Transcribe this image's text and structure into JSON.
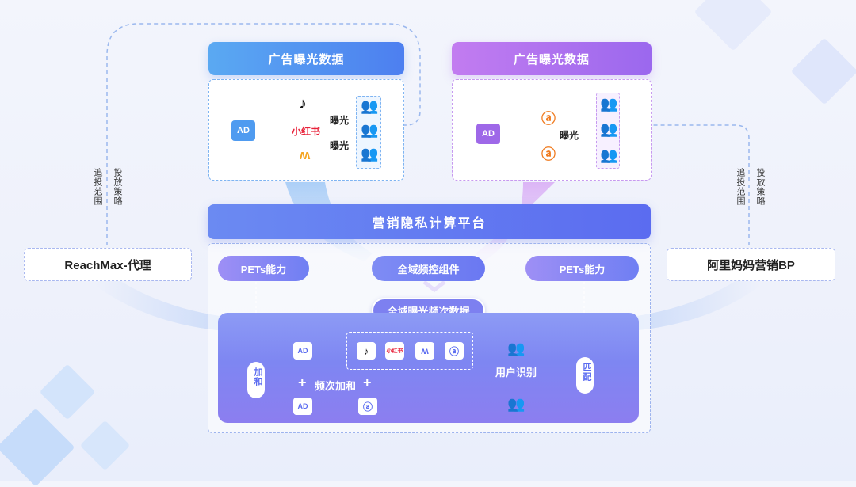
{
  "top_left": {
    "header": "广告曝光数据",
    "ad": "AD",
    "platforms": [
      "douyin-icon",
      "小红书",
      "kuaishou-icon"
    ],
    "exposure_labels": [
      "曝光",
      "曝光"
    ]
  },
  "top_right": {
    "header": "广告曝光数据",
    "ad": "AD",
    "exposure_label": "曝光"
  },
  "left_side": {
    "box": "ReachMax-代理",
    "label_a": "追投范围",
    "label_b": "投放策略"
  },
  "right_side": {
    "box": "阿里妈妈营销BP",
    "label_a": "追投范围",
    "label_b": "投放策略"
  },
  "platform": {
    "title": "营销隐私计算平台"
  },
  "middle": {
    "pets_left": "PETs能力",
    "pets_right": "PETs能力",
    "component": "全域频控组件",
    "frequency_data": "全域曝光频次数据"
  },
  "bottom_panel": {
    "ad_top": "AD",
    "ad_bottom": "AD",
    "mini_xhs": "小红书",
    "user_identify": "用户识别",
    "add_sum_label": "加和",
    "freq_sum": "频次加和",
    "match_label": "匹配",
    "plus": "+"
  },
  "colors": {
    "blue": "#4f9bf0",
    "purple": "#9e68e8",
    "platform": "#5b6cf0"
  }
}
